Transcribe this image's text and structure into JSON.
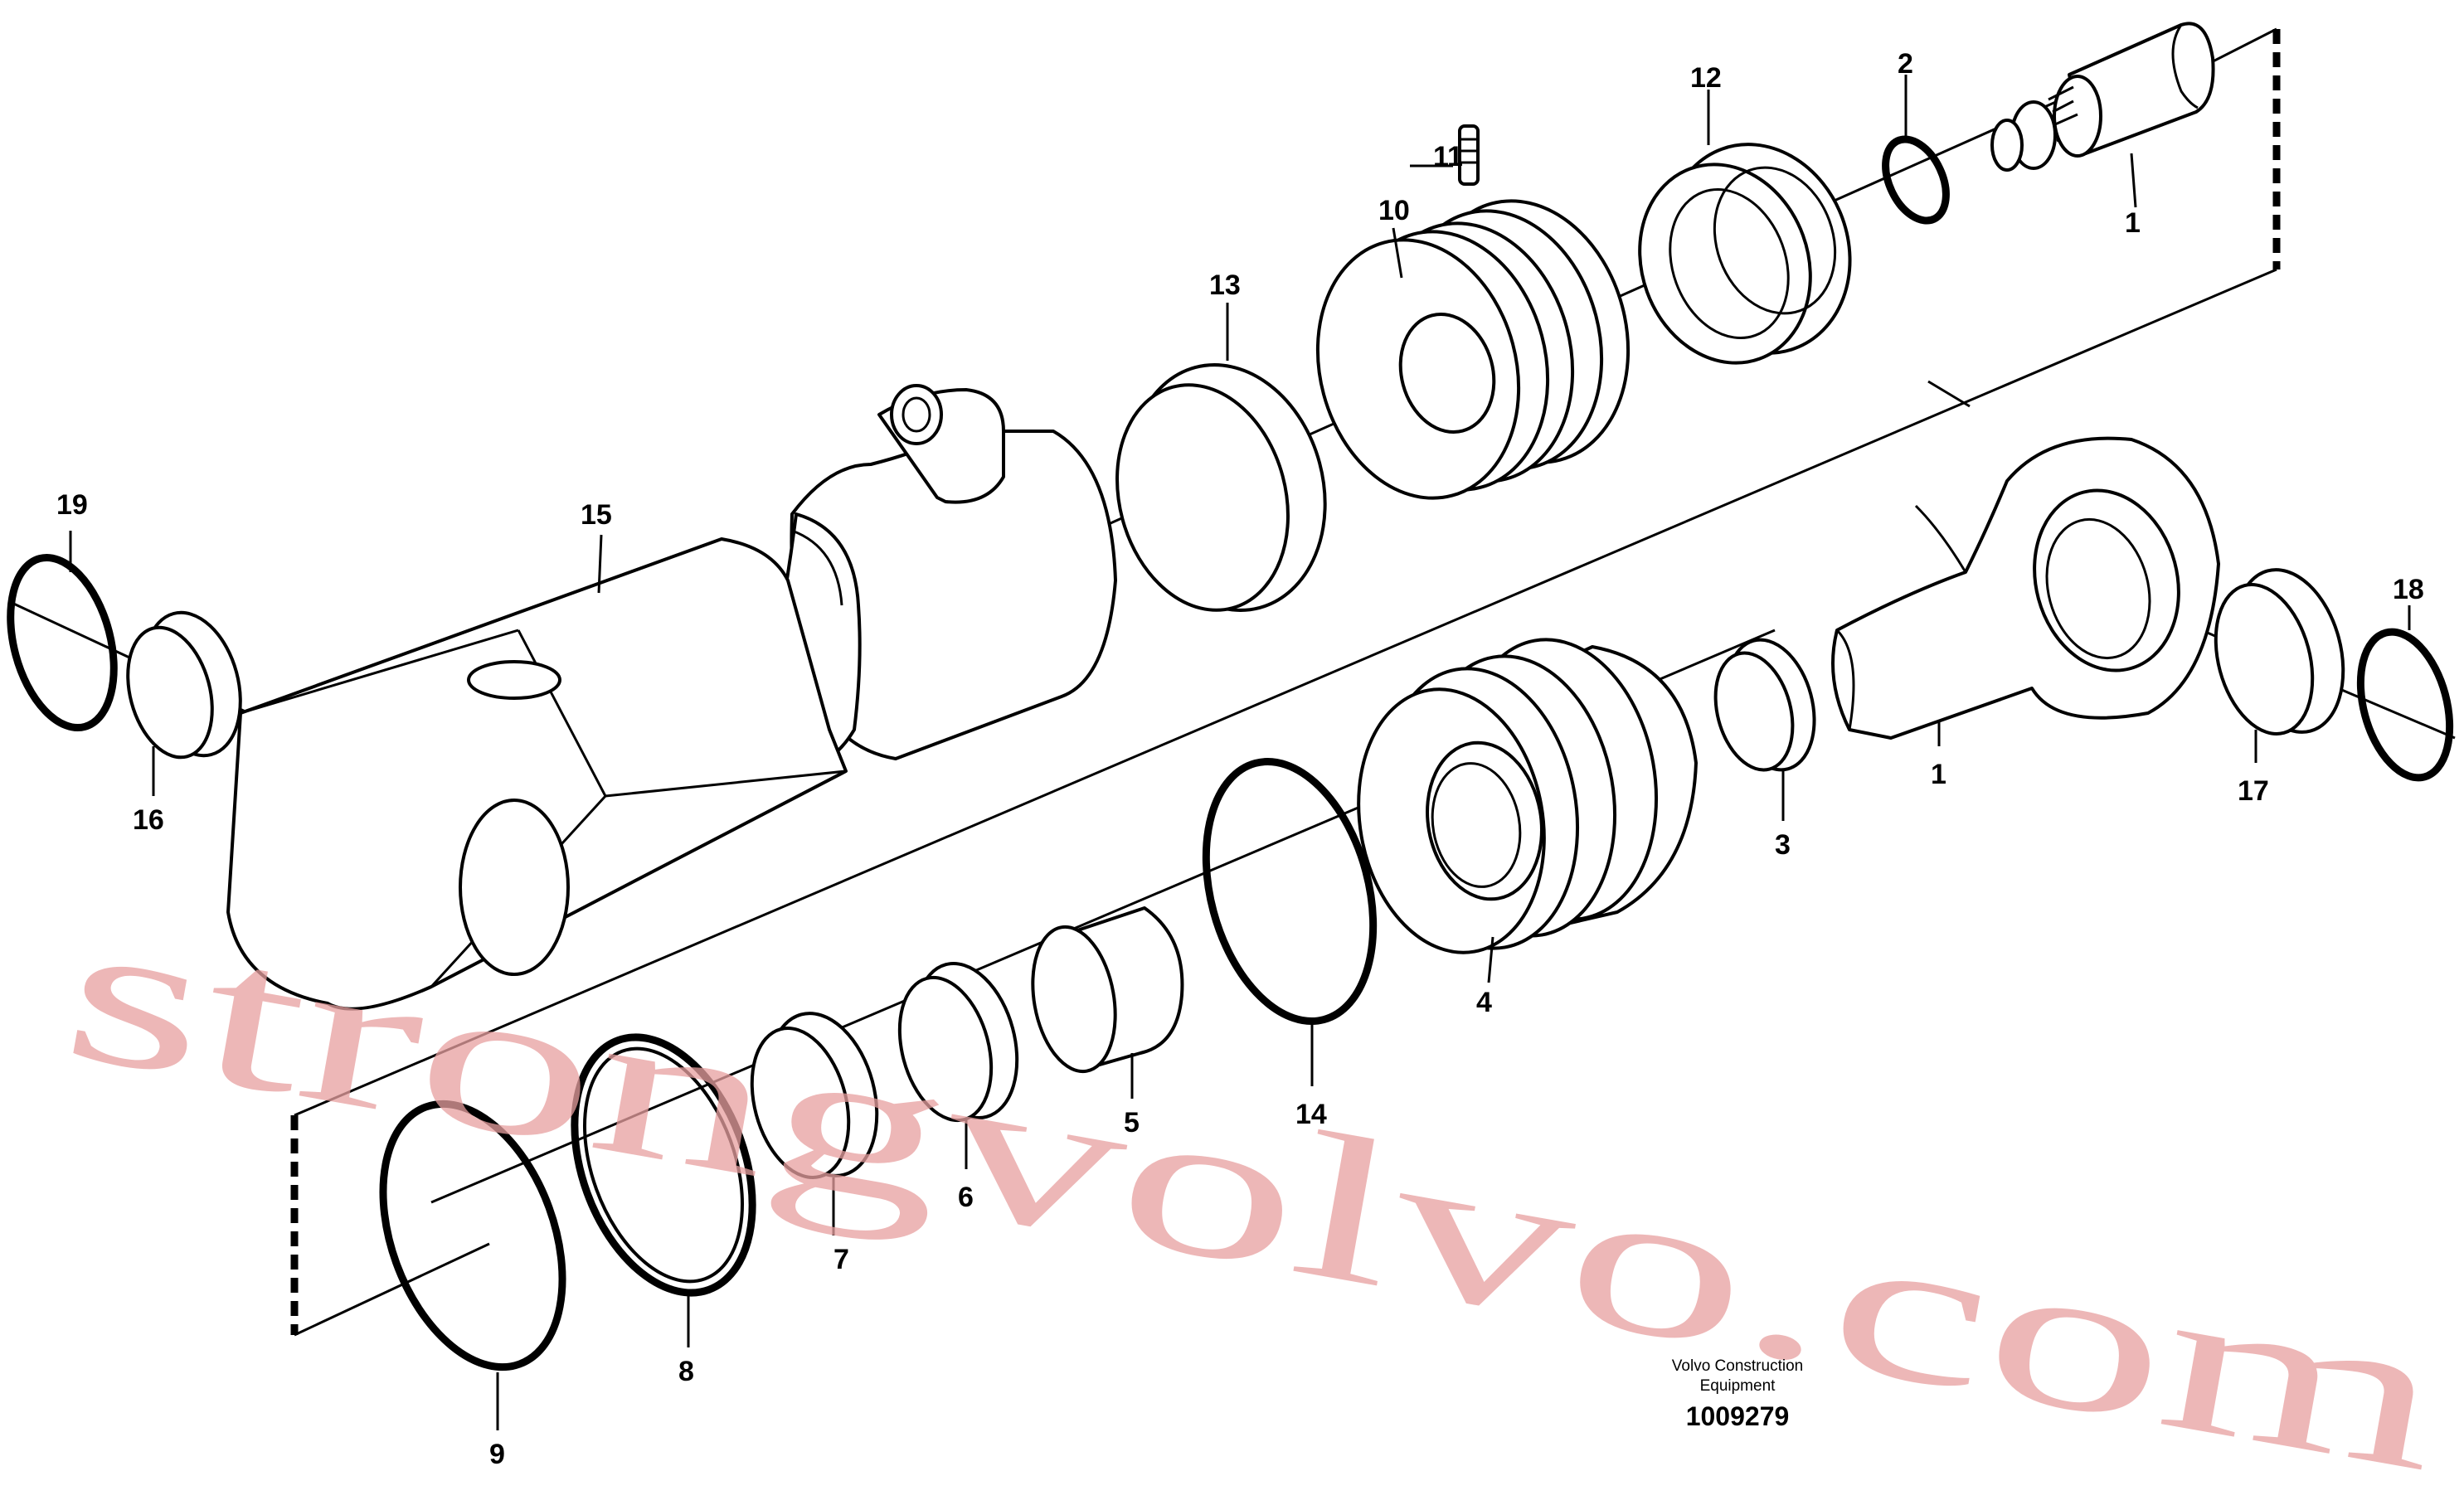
{
  "callouts": {
    "c1_top": "1",
    "c1_bottom": "1",
    "c2": "2",
    "c3": "3",
    "c4": "4",
    "c5": "5",
    "c6": "6",
    "c7": "7",
    "c8": "8",
    "c9": "9",
    "c10": "10",
    "c11": "11",
    "c12": "12",
    "c13": "13",
    "c14": "14",
    "c15": "15",
    "c16": "16",
    "c17": "17",
    "c18": "18",
    "c19": "19"
  },
  "caption": {
    "line1": "Volvo Construction",
    "line2": "Equipment",
    "code": "1009279"
  },
  "watermark": "strongvolvo.com"
}
